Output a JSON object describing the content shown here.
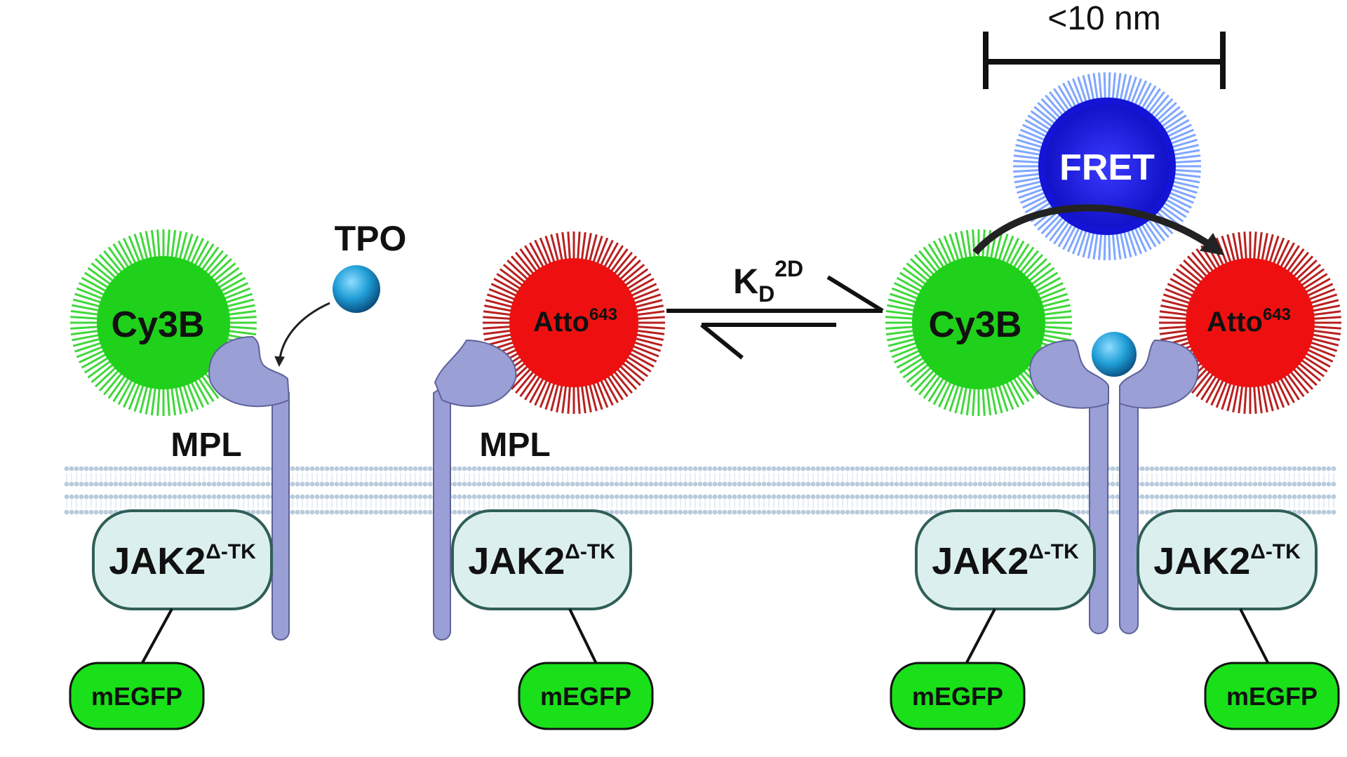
{
  "labels": {
    "tpo": "TPO",
    "mpl_left": "MPL",
    "mpl_middle": "MPL",
    "kd_main": "K",
    "kd_sub": "D",
    "kd_sup": "2D",
    "distance": "<10 nm",
    "fret": "FRET"
  },
  "dyes": {
    "cy3b_left": "Cy3B",
    "atto_middle": {
      "base": "Atto",
      "sup": "643"
    },
    "cy3b_right": "Cy3B",
    "atto_right": {
      "base": "Atto",
      "sup": "643"
    }
  },
  "jak": [
    {
      "base": "JAK2",
      "sup": "Δ-TK"
    },
    {
      "base": "JAK2",
      "sup": "Δ-TK"
    },
    {
      "base": "JAK2",
      "sup": "Δ-TK"
    },
    {
      "base": "JAK2",
      "sup": "Δ-TK"
    }
  ],
  "egfp": [
    "mEGFP",
    "mEGFP",
    "mEGFP",
    "mEGFP"
  ],
  "colors": {
    "cy3b": "#1fd11a",
    "atto": "#ee1010",
    "fret": "#1a1ae6",
    "receptor": "#9a9fd6",
    "jak_fill": "#dcefef",
    "jak_stroke": "#2f5f57",
    "egfp": "#19e019",
    "tpo": "#1f9ed6",
    "membrane": "#b9cbdc"
  }
}
